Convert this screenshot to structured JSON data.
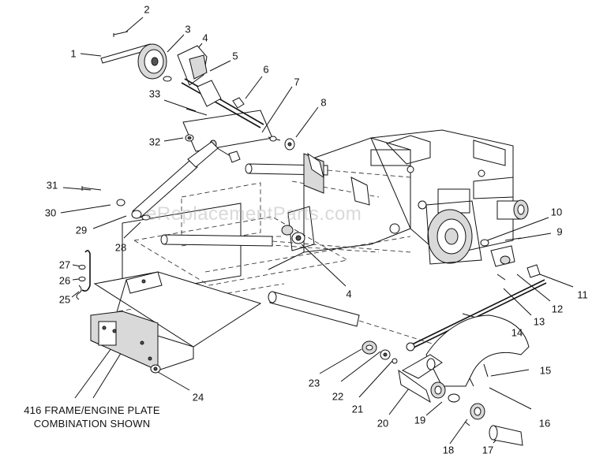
{
  "watermark": "eReplacementParts.com",
  "caption": {
    "line1": "416 FRAME/ENGINE PLATE",
    "line2": "COMBINATION SHOWN"
  },
  "callouts": [
    {
      "id": "1",
      "label": "1"
    },
    {
      "id": "2",
      "label": "2"
    },
    {
      "id": "3",
      "label": "3"
    },
    {
      "id": "4a",
      "label": "4"
    },
    {
      "id": "5",
      "label": "5"
    },
    {
      "id": "6",
      "label": "6"
    },
    {
      "id": "7",
      "label": "7"
    },
    {
      "id": "8",
      "label": "8"
    },
    {
      "id": "9",
      "label": "9"
    },
    {
      "id": "10",
      "label": "10"
    },
    {
      "id": "11",
      "label": "11"
    },
    {
      "id": "12",
      "label": "12"
    },
    {
      "id": "13",
      "label": "13"
    },
    {
      "id": "14",
      "label": "14"
    },
    {
      "id": "15",
      "label": "15"
    },
    {
      "id": "16",
      "label": "16"
    },
    {
      "id": "17",
      "label": "17"
    },
    {
      "id": "18",
      "label": "18"
    },
    {
      "id": "19",
      "label": "19"
    },
    {
      "id": "20",
      "label": "20"
    },
    {
      "id": "21",
      "label": "21"
    },
    {
      "id": "22",
      "label": "22"
    },
    {
      "id": "23",
      "label": "23"
    },
    {
      "id": "24",
      "label": "24"
    },
    {
      "id": "25",
      "label": "25"
    },
    {
      "id": "26",
      "label": "26"
    },
    {
      "id": "27",
      "label": "27"
    },
    {
      "id": "28",
      "label": "28"
    },
    {
      "id": "29",
      "label": "29"
    },
    {
      "id": "30",
      "label": "30"
    },
    {
      "id": "31",
      "label": "31"
    },
    {
      "id": "32",
      "label": "32"
    },
    {
      "id": "33",
      "label": "33"
    },
    {
      "id": "4b",
      "label": "4"
    }
  ]
}
